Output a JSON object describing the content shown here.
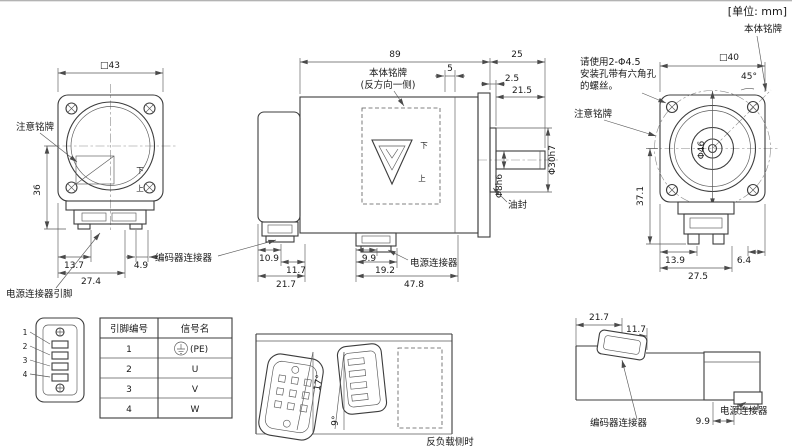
{
  "meta": {
    "unit": "[单位: mm]"
  },
  "front_view": {
    "dim_width": "□43",
    "dim_height": "36",
    "dim_bottom_left": "13.7",
    "dim_bottom_right": "4.9",
    "dim_bottom_total": "27.4",
    "label_caution_plate": "注意铭牌",
    "label_power_pins": "电源连接器引脚",
    "mark_down": "下",
    "mark_up": "上"
  },
  "side_view": {
    "dim_body_length": "89",
    "dim_shaft_length": "25",
    "dim_5": "5",
    "dim_2_5": "2.5",
    "dim_21_5": "21.5",
    "dim_shaft_d30": "Φ30h7",
    "dim_shaft_d8": "Φ8h6",
    "label_nameplate_line1": "本体铭牌",
    "label_nameplate_line2": "(反方向一侧)",
    "label_oil_seal": "油封",
    "label_encoder_connector": "编码器连接器",
    "label_power_connector": "电源连接器",
    "dim_10_9": "10.9",
    "dim_11_7": "11.7",
    "dim_21_7": "21.7",
    "dim_9_9": "9.9",
    "dim_19_2": "19.2",
    "dim_47_8": "47.8",
    "mark_down": "下",
    "mark_up": "上"
  },
  "rear_view": {
    "label_nameplate": "本体铭牌",
    "note_line1": "请使用2-Φ4.5",
    "note_line2": "安装孔带有六角孔",
    "note_line3": "的螺丝。",
    "dim_width": "□40",
    "dim_angle_45": "45°",
    "dim_bolt_circle": "Φ46",
    "label_caution_plate": "注意铭牌",
    "dim_height": "37.1",
    "dim_bottom_left": "13.9",
    "dim_bottom_right": "6.4",
    "dim_bottom_total": "27.5"
  },
  "pin_table": {
    "header_pin": "引脚编号",
    "header_signal": "信号名",
    "rows": [
      {
        "pin": "1",
        "signal": "(PE)"
      },
      {
        "pin": "2",
        "signal": "U"
      },
      {
        "pin": "3",
        "signal": "V"
      },
      {
        "pin": "4",
        "signal": "W"
      }
    ],
    "connector_pins": [
      "1",
      "2",
      "3",
      "4"
    ]
  },
  "bottom_view": {
    "dim_angle_17": "17°",
    "dim_angle_9": "9°",
    "caption": "反负载侧时"
  },
  "reverse_view": {
    "dim_21_7": "21.7",
    "dim_11_7": "11.7",
    "dim_9_9": "9.9",
    "label_encoder_connector": "编码器连接器",
    "label_power_connector": "电源连接器"
  }
}
